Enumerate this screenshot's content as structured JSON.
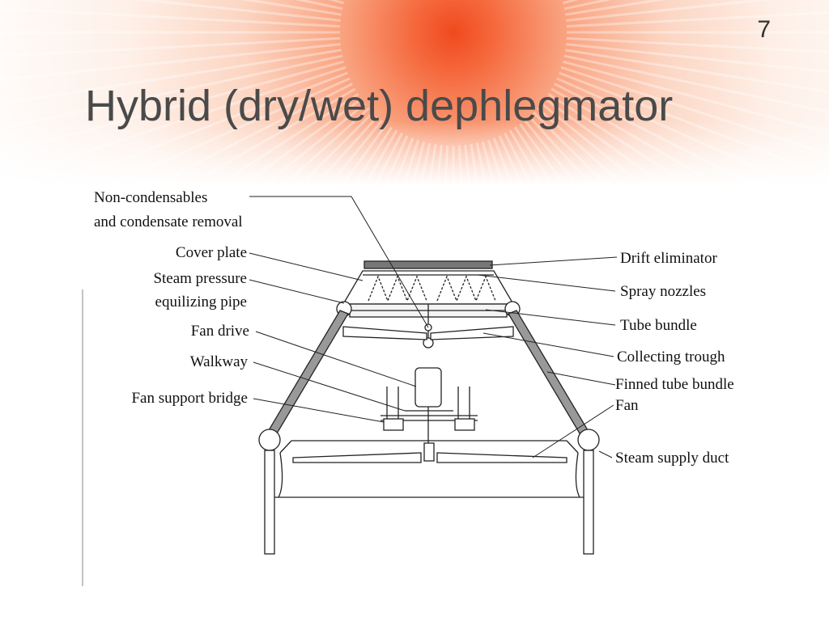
{
  "slide": {
    "number": "7",
    "title": "Hybrid (dry/wet) dephlegmator"
  },
  "diagram": {
    "labels_left": {
      "non_condensables_line1": "Non-condensables",
      "non_condensables_line2": "and condensate removal",
      "cover_plate": "Cover plate",
      "steam_pressure_line1": "Steam pressure",
      "steam_pressure_line2": "equilizing pipe",
      "fan_drive": "Fan drive",
      "walkway": "Walkway",
      "fan_support_bridge": "Fan support bridge"
    },
    "labels_right": {
      "drift_eliminator": "Drift eliminator",
      "spray_nozzles": "Spray nozzles",
      "tube_bundle": "Tube bundle",
      "collecting_trough": "Collecting trough",
      "finned_tube_bundle": "Finned tube bundle",
      "fan": "Fan",
      "steam_supply_duct": "Steam supply duct"
    }
  },
  "colors": {
    "accent": "#f25a2c",
    "title": "#4a4a4a"
  }
}
